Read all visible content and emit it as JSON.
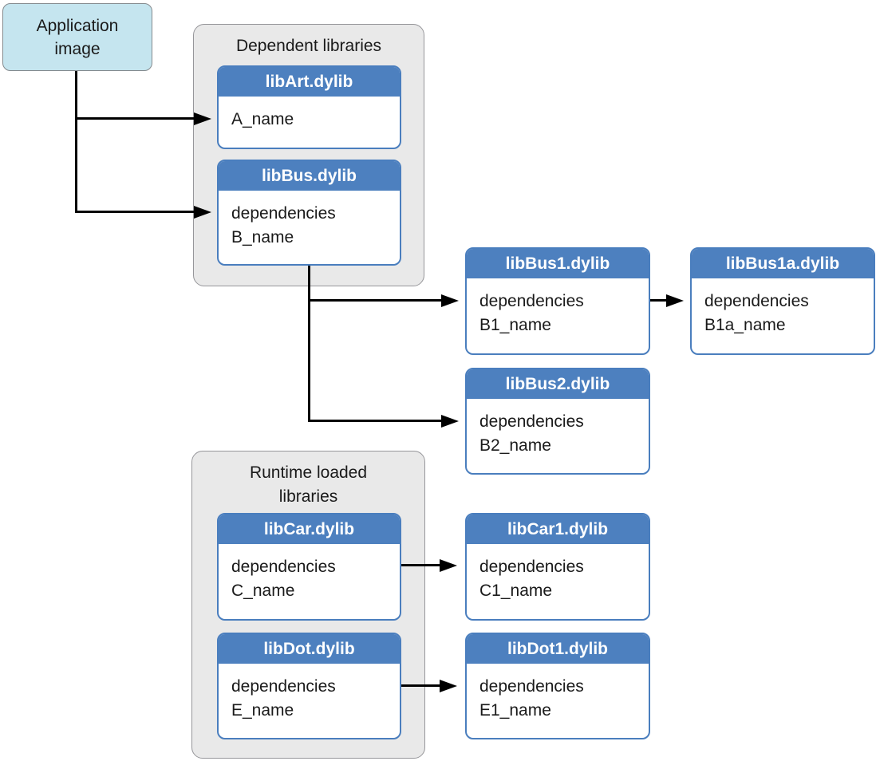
{
  "app_image": {
    "label": "Application\nimage"
  },
  "groups": [
    {
      "id": "dependent",
      "title": "Dependent libraries"
    },
    {
      "id": "runtime",
      "title": "Runtime loaded\nlibraries"
    }
  ],
  "cards": [
    {
      "id": "libArt",
      "title": "libArt.dylib",
      "lines": [
        "A_name"
      ]
    },
    {
      "id": "libBus",
      "title": "libBus.dylib",
      "lines": [
        "dependencies",
        "B_name"
      ]
    },
    {
      "id": "libBus1",
      "title": "libBus1.dylib",
      "lines": [
        "dependencies",
        "B1_name"
      ]
    },
    {
      "id": "libBus1a",
      "title": "libBus1a.dylib",
      "lines": [
        "dependencies",
        "B1a_name"
      ]
    },
    {
      "id": "libBus2",
      "title": "libBus2.dylib",
      "lines": [
        "dependencies",
        "B2_name"
      ]
    },
    {
      "id": "libCar",
      "title": "libCar.dylib",
      "lines": [
        "dependencies",
        "C_name"
      ]
    },
    {
      "id": "libCar1",
      "title": "libCar1.dylib",
      "lines": [
        "dependencies",
        "C1_name"
      ]
    },
    {
      "id": "libDot",
      "title": "libDot.dylib",
      "lines": [
        "dependencies",
        "E_name"
      ]
    },
    {
      "id": "libDot1",
      "title": "libDot1.dylib",
      "lines": [
        "dependencies",
        "E1_name"
      ]
    }
  ],
  "edges": [
    {
      "from": "Application image",
      "to": "libArt.dylib"
    },
    {
      "from": "Application image",
      "to": "libBus.dylib"
    },
    {
      "from": "libBus.dylib",
      "to": "libBus1.dylib"
    },
    {
      "from": "libBus.dylib",
      "to": "libBus2.dylib"
    },
    {
      "from": "libBus1.dylib",
      "to": "libBus1a.dylib"
    },
    {
      "from": "libCar.dylib",
      "to": "libCar1.dylib"
    },
    {
      "from": "libDot.dylib",
      "to": "libDot1.dylib"
    }
  ],
  "colors": {
    "header_blue": "#4d80bf",
    "card_border_blue": "#4a7ebe",
    "container_gray": "#e9e9e9",
    "container_border_gray": "#96969a",
    "app_box_fill": "#c5e5ef",
    "app_box_border": "#848a8e",
    "connector_black": "#000000"
  }
}
